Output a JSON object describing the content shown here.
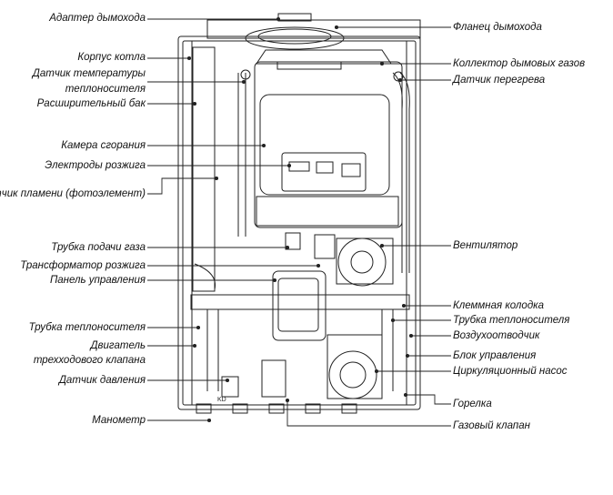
{
  "labels_left": [
    "Адаптер дымохода",
    "Корпус котла",
    "Датчик температуры",
    "теплоносителя",
    "Расширительный бак",
    "Камера сгорания",
    "Электроды розжига",
    "Датчик пламени (фотоэлемент)",
    "Трубка подачи газа",
    "Трансформатор розжига",
    "Панель управления",
    "Трубка теплоносителя",
    "Двигатель",
    "трехходового клапана",
    "Датчик давления",
    "Манометр"
  ],
  "labels_right": [
    "Фланец дымохода",
    "Коллектор дымовых газов",
    "Датчик перегрева",
    "Вентилятор",
    "Клеммная колодка",
    "Трубка теплоносителя",
    "Воздухоотводчик",
    "Блок управления",
    "Циркуляционный насос",
    "Горелка",
    "Газовый клапан"
  ],
  "part_marks": [
    "KD"
  ]
}
